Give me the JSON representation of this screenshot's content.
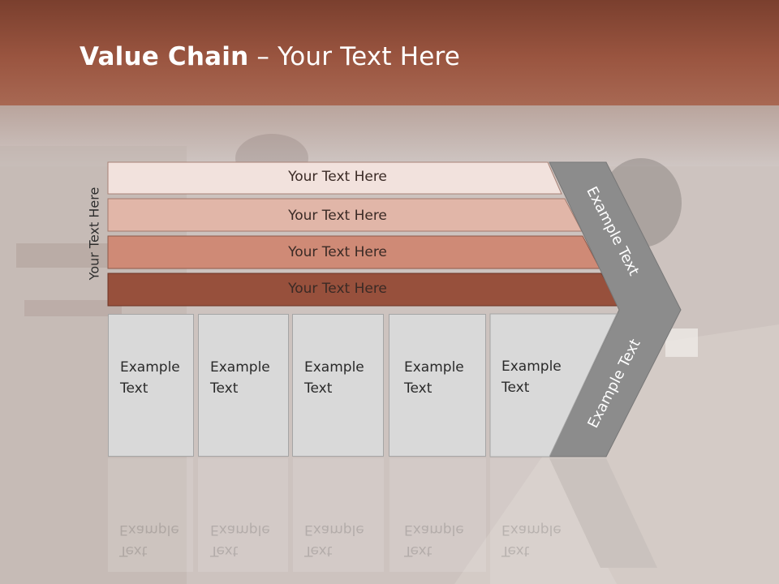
{
  "title": {
    "bold": "Value Chain",
    "rest": " – Your Text Here"
  },
  "side_label": "Your Text Here",
  "bands": [
    {
      "label": "Your Text Here",
      "color": "#f2e2dd"
    },
    {
      "label": "Your Text Here",
      "color": "#e1b6a8"
    },
    {
      "label": "Your Text Here",
      "color": "#cf8a76"
    },
    {
      "label": "Your Text Here",
      "color": "#97503c"
    }
  ],
  "boxes": [
    {
      "line1": "Example",
      "line2": "Text"
    },
    {
      "line1": "Example",
      "line2": "Text"
    },
    {
      "line1": "Example",
      "line2": "Text"
    },
    {
      "line1": "Example",
      "line2": "Text"
    },
    {
      "line1": "Example",
      "line2": "Text"
    }
  ],
  "chevron": {
    "upper": "Example Text",
    "lower": "Example Text",
    "color": "#8c8c8c"
  },
  "colors": {
    "header": "#8a4a35",
    "background": "#cfc6c3"
  }
}
